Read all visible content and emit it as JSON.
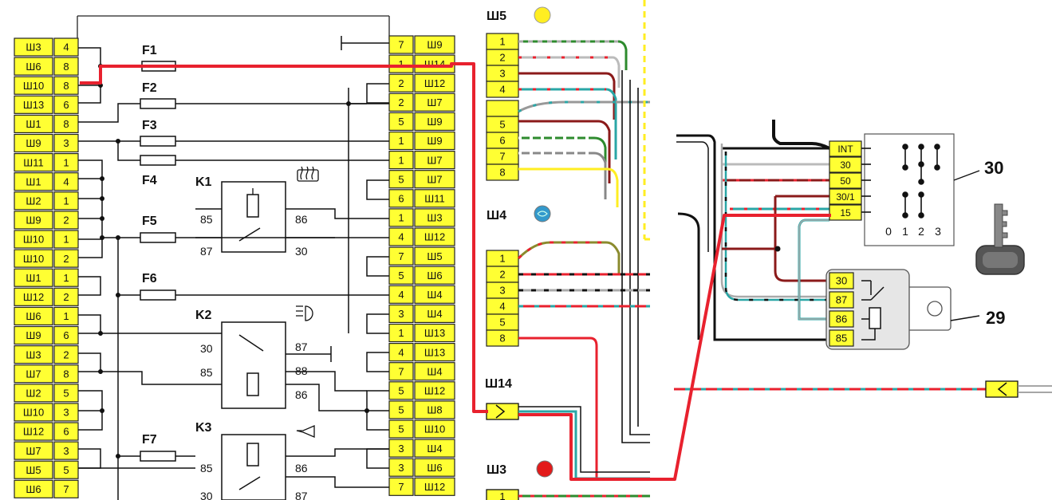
{
  "colors": {
    "cell": "#ffff33",
    "cell_border": "#222222",
    "wire": "#111111",
    "highlight": "#e8212e",
    "dark_red": "#8b1a1a",
    "teal": "#2aa6a6",
    "grey": "#aaaaaa",
    "green": "#2e8b2e",
    "yellow_lamp": "#ffee22",
    "blue_lamp": "#3399cc",
    "red_lamp": "#e31b1b",
    "relay_box": "#e6e6e6"
  },
  "left_block": {
    "rows": [
      {
        "conn": "Ш3",
        "pin": "4"
      },
      {
        "conn": "Ш6",
        "pin": "8"
      },
      {
        "conn": "Ш10",
        "pin": "8"
      },
      {
        "conn": "Ш13",
        "pin": "6"
      },
      {
        "conn": "Ш1",
        "pin": "8"
      },
      {
        "conn": "Ш9",
        "pin": "3"
      },
      {
        "conn": "Ш11",
        "pin": "1"
      },
      {
        "conn": "Ш1",
        "pin": "4"
      },
      {
        "conn": "Ш2",
        "pin": "1"
      },
      {
        "conn": "Ш9",
        "pin": "2"
      },
      {
        "conn": "Ш10",
        "pin": "1"
      },
      {
        "conn": "Ш10",
        "pin": "2"
      },
      {
        "conn": "Ш1",
        "pin": "1"
      },
      {
        "conn": "Ш12",
        "pin": "2"
      },
      {
        "conn": "Ш6",
        "pin": "1"
      },
      {
        "conn": "Ш9",
        "pin": "6"
      },
      {
        "conn": "Ш3",
        "pin": "2"
      },
      {
        "conn": "Ш7",
        "pin": "8"
      },
      {
        "conn": "Ш2",
        "pin": "5"
      },
      {
        "conn": "Ш10",
        "pin": "3"
      },
      {
        "conn": "Ш12",
        "pin": "6"
      },
      {
        "conn": "Ш7",
        "pin": "3"
      },
      {
        "conn": "Ш5",
        "pin": "5"
      },
      {
        "conn": "Ш6",
        "pin": "7"
      }
    ]
  },
  "right_block": {
    "rows": [
      {
        "pin": "7",
        "conn": "Ш9"
      },
      {
        "pin": "1",
        "conn": "Ш14"
      },
      {
        "pin": "2",
        "conn": "Ш12"
      },
      {
        "pin": "2",
        "conn": "Ш7"
      },
      {
        "pin": "5",
        "conn": "Ш9"
      },
      {
        "pin": "1",
        "conn": "Ш9"
      },
      {
        "pin": "1",
        "conn": "Ш7"
      },
      {
        "pin": "5",
        "conn": "Ш7"
      },
      {
        "pin": "6",
        "conn": "Ш11"
      },
      {
        "pin": "1",
        "conn": "Ш3"
      },
      {
        "pin": "4",
        "conn": "Ш12"
      },
      {
        "pin": "7",
        "conn": "Ш5"
      },
      {
        "pin": "5",
        "conn": "Ш6"
      },
      {
        "pin": "4",
        "conn": "Ш4"
      },
      {
        "pin": "3",
        "conn": "Ш4"
      },
      {
        "pin": "1",
        "conn": "Ш13"
      },
      {
        "pin": "4",
        "conn": "Ш13"
      },
      {
        "pin": "7",
        "conn": "Ш4"
      },
      {
        "pin": "5",
        "conn": "Ш12"
      },
      {
        "pin": "5",
        "conn": "Ш8"
      },
      {
        "pin": "5",
        "conn": "Ш10"
      },
      {
        "pin": "3",
        "conn": "Ш4"
      },
      {
        "pin": "3",
        "conn": "Ш6"
      },
      {
        "pin": "7",
        "conn": "Ш12"
      }
    ]
  },
  "fuses": [
    "F1",
    "F2",
    "F3",
    "F4",
    "F5",
    "F6",
    "F7"
  ],
  "relays": {
    "k1": {
      "label": "K1",
      "pins": [
        "85",
        "86",
        "87",
        "30"
      ]
    },
    "k2": {
      "label": "K2",
      "pins": [
        "30",
        "87",
        "85",
        "88",
        "86"
      ]
    },
    "k3": {
      "label": "K3",
      "pins": [
        "85",
        "86",
        "30",
        "87"
      ]
    }
  },
  "sh5": {
    "label": "Ш5",
    "pins": [
      "1",
      "2",
      "3",
      "4",
      "",
      "5",
      "6",
      "7",
      "8"
    ]
  },
  "sh4": {
    "label": "Ш4",
    "pins": [
      "1",
      "2",
      "3",
      "4",
      "5",
      "8"
    ]
  },
  "sh14": {
    "label": "Ш14"
  },
  "sh3": {
    "label": "Ш3",
    "pins": [
      "1"
    ]
  },
  "ignition": {
    "number": "30",
    "terminals": [
      "INT",
      "30",
      "50",
      "30/1",
      "15"
    ],
    "positions": [
      "0",
      "1",
      "2",
      "3"
    ]
  },
  "relay29": {
    "number": "29",
    "pins": [
      "30",
      "87",
      "86",
      "85"
    ]
  }
}
